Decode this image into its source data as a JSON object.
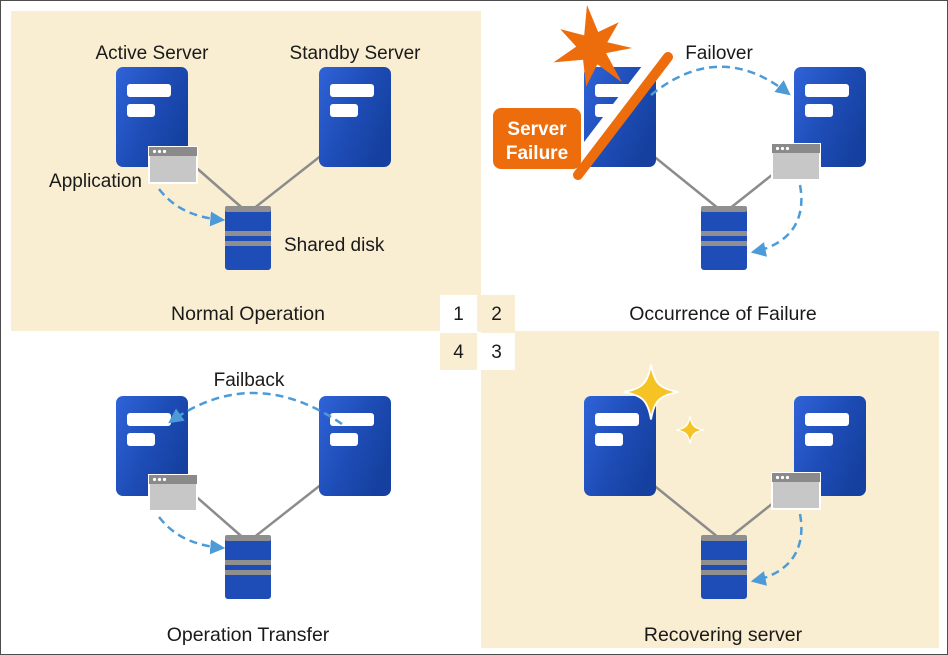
{
  "colors": {
    "panel_bg": "#FAEED2",
    "server_blue": "#1E4DB7",
    "gray_line": "#8C8C8C",
    "arrow_blue": "#4C9BD8",
    "failure_orange": "#ED6C0C",
    "sparkle_gold": "#F5C324",
    "text": "#1A1A1A"
  },
  "panels": {
    "normal_operation": {
      "caption": "Normal Operation",
      "active_server_label": "Active Server",
      "standby_server_label": "Standby Server",
      "application_label": "Application",
      "shared_disk_label": "Shared disk"
    },
    "occurrence_of_failure": {
      "caption": "Occurrence of Failure",
      "failover_label": "Failover",
      "badge_line1": "Server",
      "badge_line2": "Failure"
    },
    "operation_transfer": {
      "caption": "Operation Transfer",
      "failback_label": "Failback"
    },
    "recovering_server": {
      "caption": "Recovering server"
    }
  },
  "step_numbers": {
    "step1": "1",
    "step2": "2",
    "step3": "3",
    "step4": "4"
  }
}
